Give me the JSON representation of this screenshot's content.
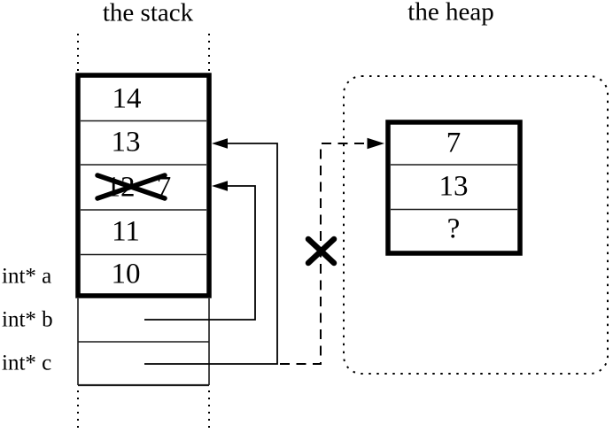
{
  "stack": {
    "title": "the stack",
    "frame_cells": [
      {
        "value": "14"
      },
      {
        "value": "13"
      },
      {
        "old_value": "12",
        "new_value": "7"
      },
      {
        "value": "11"
      },
      {
        "value": "10"
      }
    ],
    "pointer_labels": [
      {
        "label": "int* a"
      },
      {
        "label": "int* b"
      },
      {
        "label": "int* c"
      }
    ]
  },
  "heap": {
    "title": "the heap",
    "block_cells": [
      {
        "value": "7"
      },
      {
        "value": "13"
      },
      {
        "value": "?"
      }
    ]
  },
  "relations": {
    "b_arrow": "points to stack cell with crossed-out 12, now 7",
    "c_solid_arrow": "points to stack cell 13",
    "c_dashed_arrow": "crossed-out dashed link into heap block cell 7"
  },
  "colors": {
    "ink": "#000000",
    "background": "#ffffff"
  }
}
